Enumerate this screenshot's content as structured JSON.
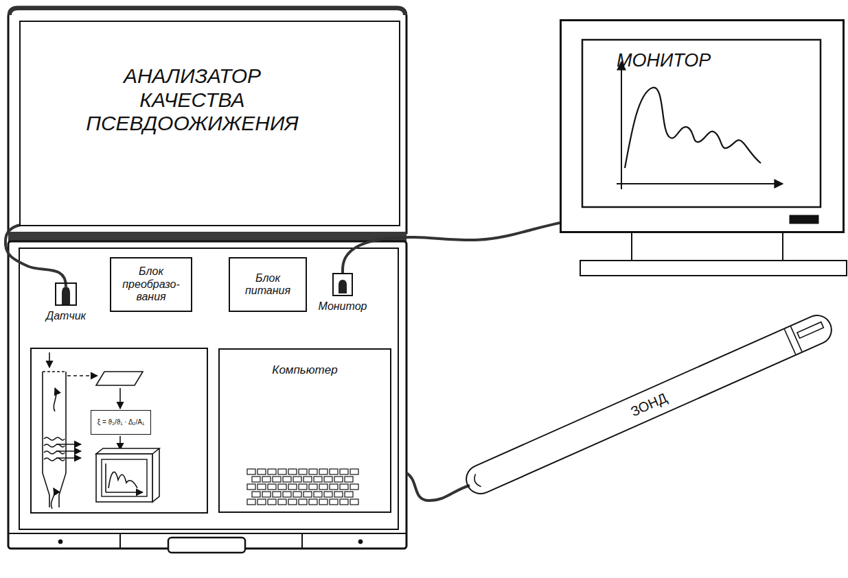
{
  "diagram": {
    "nodes": [
      {
        "text": [
          "АНАЛИЗАТОР КАЧЕСТВА ПСЕВДООЖИЖЕНИЯ"
        ]
      },
      {
        "text": [
          "Датчик"
        ]
      },
      {
        "text": [
          "Блок преобразо- вания"
        ]
      },
      {
        "text": [
          "Блок питания"
        ]
      },
      {
        "text": [
          "Монитор"
        ]
      },
      {
        "text": [
          "ξ = ϑ₂/ϑ₁ · Δ₂/A₁"
        ]
      },
      {
        "text": [
          "Компьютер"
        ]
      },
      {
        "text": [
          "МОНИТОР"
        ]
      },
      {
        "text": [
          "ЗОНД"
        ]
      }
    ],
    "edges": [
      {
        "from": 4,
        "to": 7,
        "arrow": "none"
      }
    ]
  }
}
